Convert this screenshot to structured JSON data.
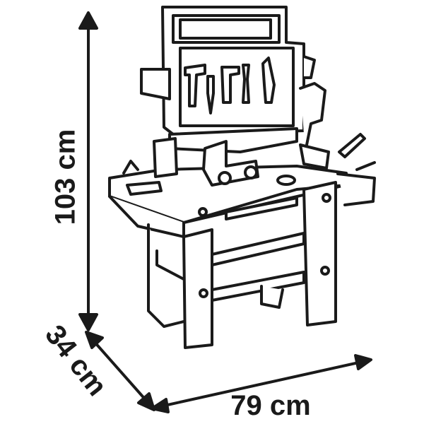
{
  "dimensions": {
    "height": "103 cm",
    "depth": "34 cm",
    "width": "79 cm"
  },
  "colors": {
    "line": "#1a1a1a",
    "fill": "#ffffff"
  }
}
